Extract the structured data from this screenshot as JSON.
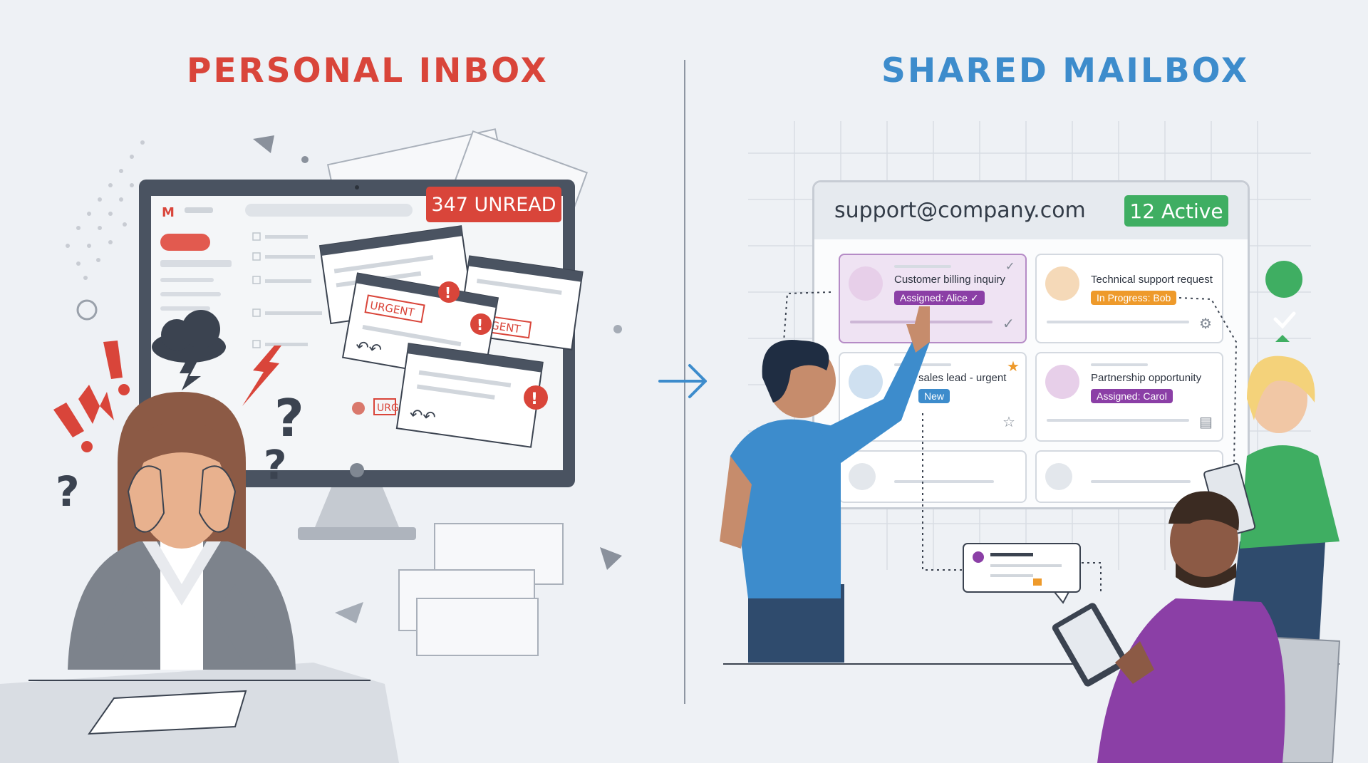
{
  "left_title": "PERSONAL INBOX",
  "right_title": "SHARED MAILBOX",
  "inbox": {
    "unread_badge": "347 UNREAD",
    "urgent_label": "URGENT",
    "urgent_truncated": "URG"
  },
  "mailbox": {
    "address": "support@company.com",
    "active_badge": "12 Active",
    "cards": [
      {
        "subject": "Customer billing inquiry",
        "tag": "Assigned: Alice ✓",
        "tag_color": "#8b3fa6"
      },
      {
        "subject": "Technical support request",
        "tag": "In Progress: Bob",
        "tag_color": "#ee9a2b"
      },
      {
        "subject": "sales lead - urgent",
        "tag": "New",
        "tag_color": "#3d8ccc"
      },
      {
        "subject": "Partnership opportunity",
        "tag": "Assigned: Carol",
        "tag_color": "#8b3fa6"
      }
    ]
  },
  "colors": {
    "red": "#d9453a",
    "blue": "#3d8ccc",
    "green": "#3fae62",
    "purple": "#8b3fa6",
    "orange": "#ee9a2b"
  },
  "icons": [
    "storm-cloud-icon",
    "lightning-icon",
    "exclamation-icon",
    "question-mark-icon",
    "reply-icon",
    "star-icon",
    "gear-icon",
    "document-icon",
    "check-icon",
    "arrow-right-icon"
  ]
}
